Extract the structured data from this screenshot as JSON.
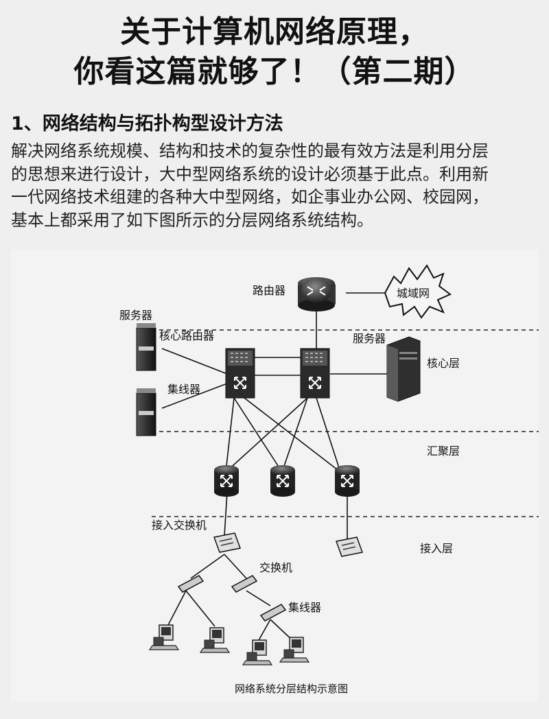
{
  "title": {
    "line1": "关于计算机网络原理，",
    "line2": "你看这篇就够了！（第二期）"
  },
  "section": {
    "heading": "1、网络结构与拓扑构型设计方法",
    "paragraph_lines": [
      "解决网络系统规模、结构和技术的复杂性的最有效方法是利用分层",
      "的思想来进行设计，大中型网络系统的设计必须基于此点。利用新",
      "一代网络技术组建的各种大中型网络，如企事业办公网、校园网，",
      "基本上都采用了如下图所示的分层网络系统结构。"
    ]
  },
  "diagram": {
    "labels": {
      "router": "路由器",
      "wan": "城域网",
      "server_left": "服务器",
      "core_router": "核心路由器",
      "server_right": "服务器",
      "core_layer": "核心层",
      "hub_left": "集线器",
      "aggregation_layer": "汇聚层",
      "access_switch": "接入交换机",
      "access_layer": "接入层",
      "switch": "交换机",
      "hub_bottom": "集线器"
    },
    "caption": "网络系统分层结构示意图"
  }
}
